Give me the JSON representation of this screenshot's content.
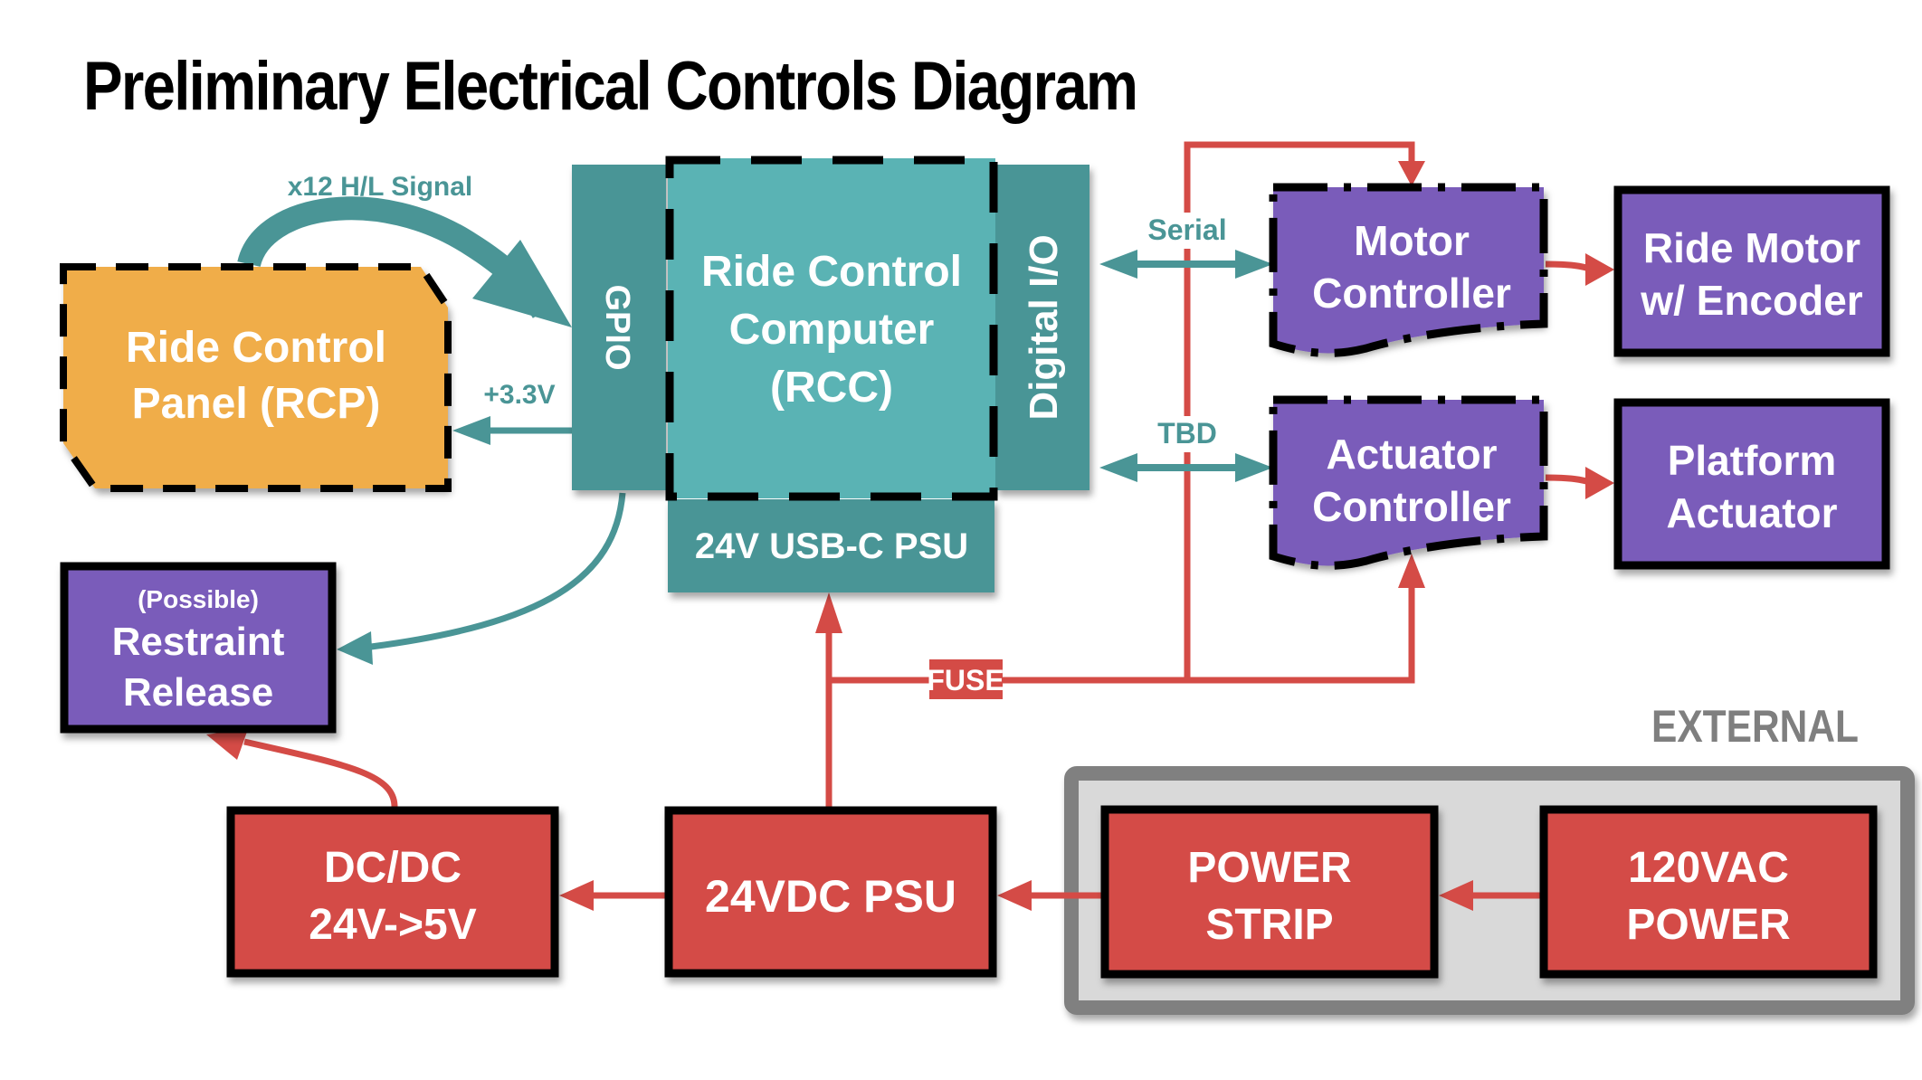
{
  "title": "Preliminary Electrical Controls Diagram",
  "colors": {
    "teal_dark": "#4a9596",
    "teal_light": "#5ab3b4",
    "orange": "#f0ad4a",
    "purple": "#7a5bba",
    "red": "#d44b46",
    "gray_border": "#808080",
    "gray_fill": "#d9d9d9",
    "black": "#000000"
  },
  "blocks": {
    "rcp": {
      "lines": [
        "Ride Control",
        "Panel (RCP)"
      ]
    },
    "gpio": {
      "label": "GPIO"
    },
    "rcc": {
      "lines": [
        "Ride Control",
        "Computer",
        "(RCC)"
      ]
    },
    "digital_io": {
      "label": "Digital I/O"
    },
    "usbc_psu": {
      "label": "24V USB-C PSU"
    },
    "motor_controller": {
      "lines": [
        "Motor",
        "Controller"
      ]
    },
    "actuator_controller": {
      "lines": [
        "Actuator",
        "Controller"
      ]
    },
    "ride_motor": {
      "lines": [
        "Ride Motor",
        "w/ Encoder"
      ]
    },
    "platform_actuator": {
      "lines": [
        "Platform",
        "Actuator"
      ]
    },
    "restraint_release": {
      "qualifier": "(Possible)",
      "lines": [
        "Restraint",
        "Release"
      ]
    },
    "dcdc": {
      "lines": [
        "DC/DC",
        "24V->5V"
      ]
    },
    "psu_24vdc": {
      "lines": [
        "24VDC PSU"
      ]
    },
    "power_strip": {
      "lines": [
        "POWER",
        "STRIP"
      ]
    },
    "ac_power": {
      "lines": [
        "120VAC",
        "POWER"
      ]
    }
  },
  "connection_labels": {
    "signal": "x12 H/L Signal",
    "supply_33v": "+3.3V",
    "serial": "Serial",
    "tbd": "TBD",
    "fuse": "FUSE"
  },
  "external_group": {
    "label": "EXTERNAL"
  }
}
